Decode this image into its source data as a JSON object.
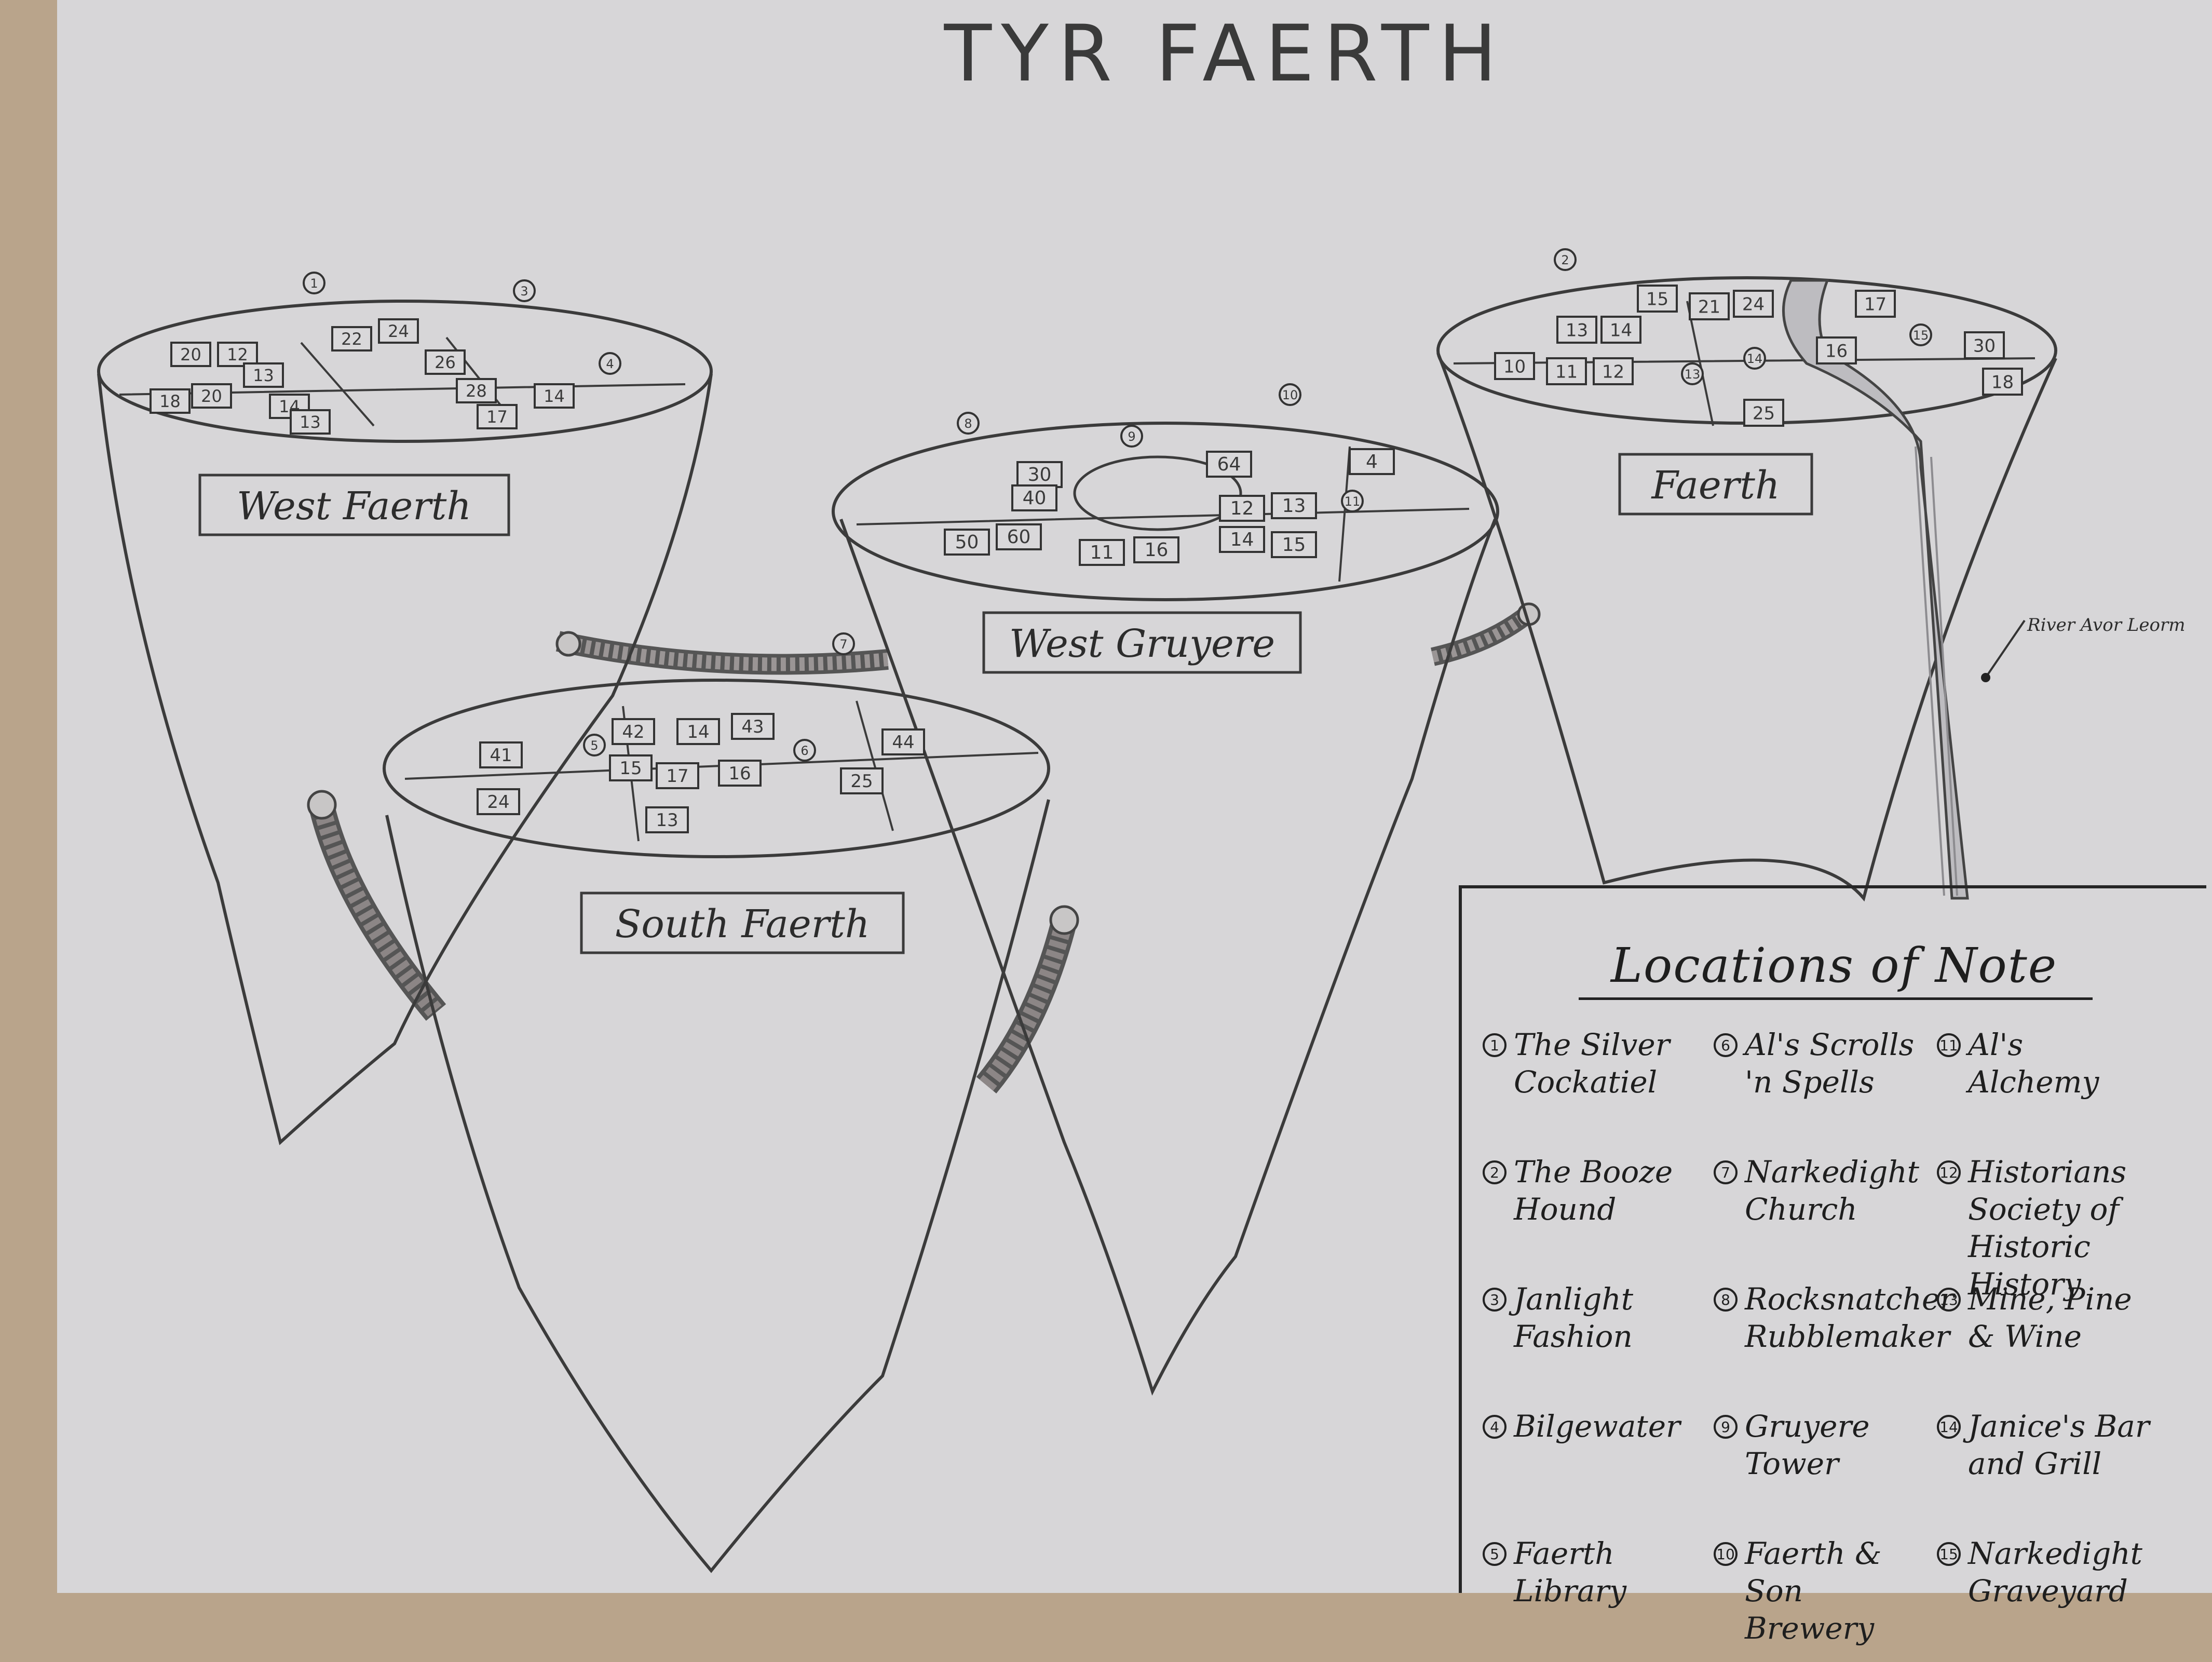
{
  "map": {
    "title": "TYR FAERTH",
    "colors": {
      "desk": "#b9a48b",
      "paper": "#d7d6d8",
      "pencil": "#3b3b3b",
      "ink": "#222222",
      "bridge": "#6e6a6a",
      "river": "#8d8c90"
    },
    "islands": [
      {
        "name": "West Faerth",
        "location_markers": [
          "1",
          "3",
          "4"
        ],
        "building_numbers": [
          "20",
          "12",
          "13",
          "22",
          "24",
          "26",
          "28",
          "17",
          "14",
          "13",
          "18",
          "20",
          "14"
        ]
      },
      {
        "name": "West Gruyere",
        "location_markers": [
          "8",
          "9",
          "10",
          "11"
        ],
        "building_numbers": [
          "30",
          "40",
          "50",
          "60",
          "11",
          "16",
          "64",
          "4",
          "12",
          "13",
          "14",
          "15"
        ]
      },
      {
        "name": "Faerth",
        "location_markers": [
          "2",
          "13",
          "14",
          "15"
        ],
        "building_numbers": [
          "15",
          "21",
          "24",
          "17",
          "13",
          "14",
          "10",
          "11",
          "12",
          "16",
          "30",
          "18",
          "25"
        ]
      },
      {
        "name": "South Faerth",
        "location_markers": [
          "5",
          "6",
          "7"
        ],
        "building_numbers": [
          "42",
          "14",
          "43",
          "41",
          "44",
          "15",
          "17",
          "16",
          "25",
          "24",
          "13"
        ]
      }
    ],
    "river_label": "River Avor Leorm"
  },
  "legend": {
    "title": "Locations of Note",
    "items": [
      {
        "num": "1",
        "name": "The Silver Cockatiel"
      },
      {
        "num": "6",
        "name": "Al's Scrolls 'n Spells"
      },
      {
        "num": "11",
        "name": "Al's Alchemy"
      },
      {
        "num": "2",
        "name": "The Booze Hound"
      },
      {
        "num": "7",
        "name": "Narkedight Church"
      },
      {
        "num": "12",
        "name": "Historians Society of Historic History"
      },
      {
        "num": "3",
        "name": "Janlight Fashion"
      },
      {
        "num": "8",
        "name": "Rocksnatcher Rubblemaker"
      },
      {
        "num": "13",
        "name": "Mine, Pine & Wine"
      },
      {
        "num": "4",
        "name": "Bilgewater"
      },
      {
        "num": "9",
        "name": "Gruyere Tower"
      },
      {
        "num": "14",
        "name": "Janice's Bar and Grill"
      },
      {
        "num": "5",
        "name": "Faerth Library"
      },
      {
        "num": "10",
        "name": "Faerth & Son Brewery"
      },
      {
        "num": "15",
        "name": "Narkedight Graveyard"
      }
    ]
  }
}
